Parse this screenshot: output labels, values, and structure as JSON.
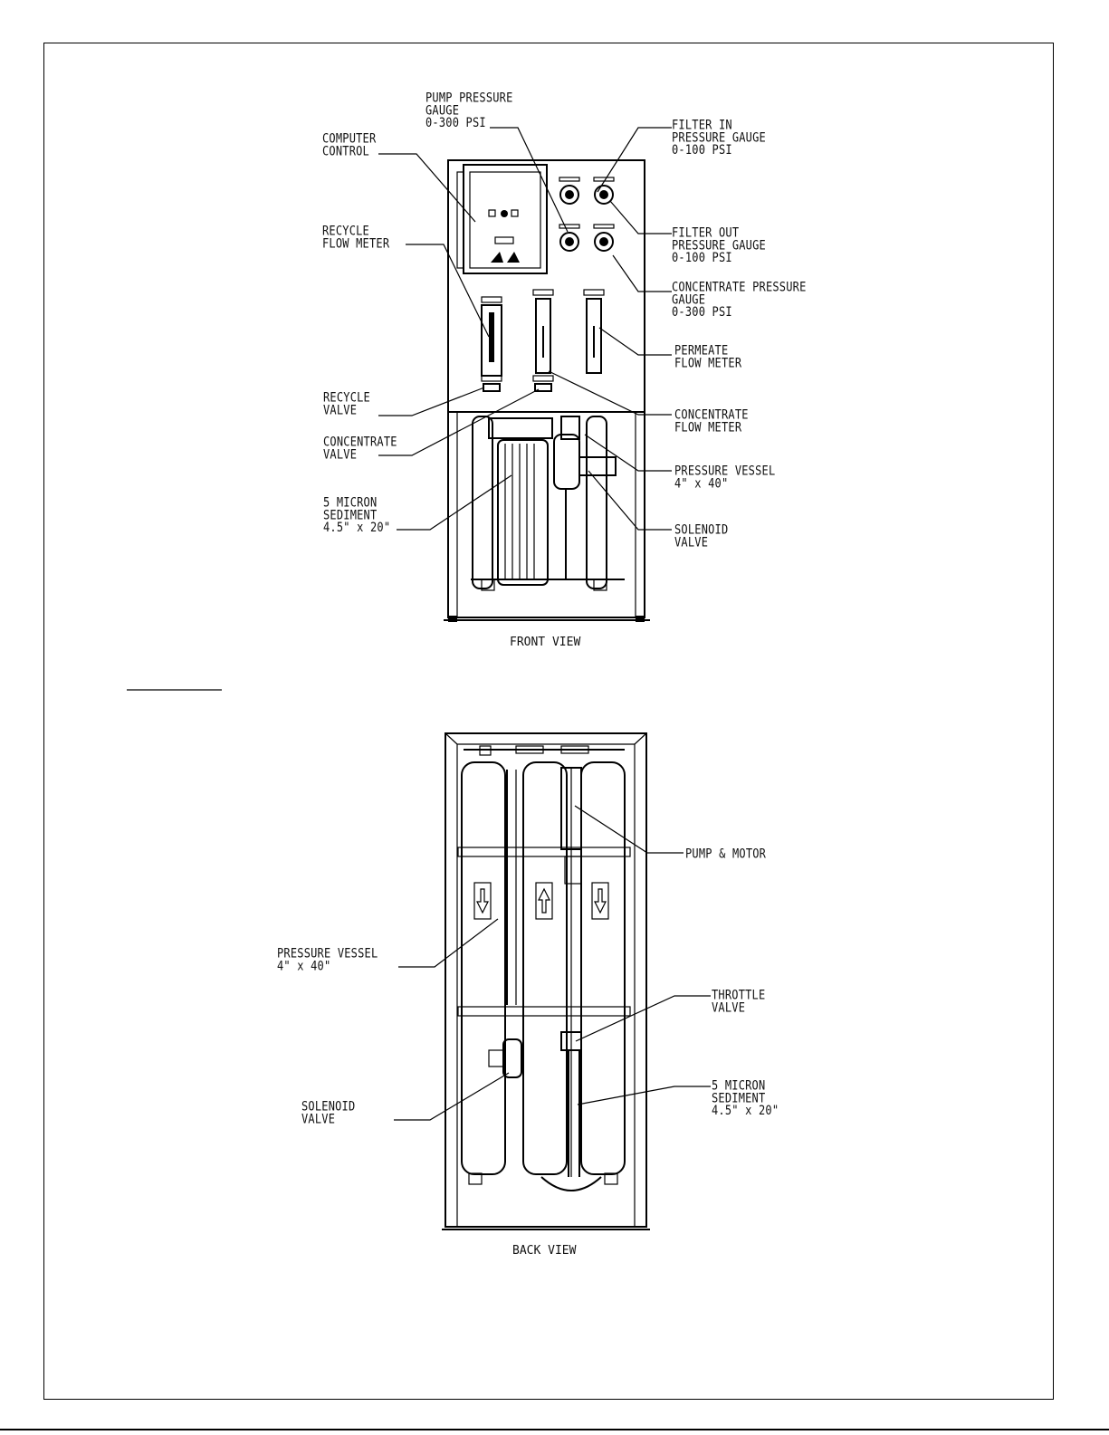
{
  "front_view": {
    "caption": "FRONT VIEW",
    "labels": {
      "pump_pressure_gauge": "PUMP PRESSURE\nGAUGE\n0-300 PSI",
      "computer_control": "COMPUTER\nCONTROL",
      "recycle_flow_meter": "RECYCLE\nFLOW METER",
      "filter_in_gauge": "FILTER IN\nPRESSURE GAUGE\n0-100 PSI",
      "filter_out_gauge": "FILTER OUT\nPRESSURE GAUGE\n0-100 PSI",
      "concentrate_pressure_gauge": "CONCENTRATE PRESSURE\nGAUGE\n0-300 PSI",
      "permeate_flow_meter": "PERMEATE\nFLOW METER",
      "recycle_valve": "RECYCLE\nVALVE",
      "concentrate_flow_meter": "CONCENTRATE\nFLOW METER",
      "concentrate_valve": "CONCENTRATE\nVALVE",
      "pressure_vessel": "PRESSURE VESSEL\n4\" x 40\"",
      "sediment_filter": "5 MICRON\nSEDIMENT\n4.5\" x 20\"",
      "solenoid_valve": "SOLENOID\nVALVE"
    }
  },
  "back_view": {
    "caption": "BACK VIEW",
    "labels": {
      "pump_motor": "PUMP & MOTOR",
      "pressure_vessel": "PRESSURE VESSEL\n4\" x 40\"",
      "throttle_valve": "THROTTLE\nVALVE",
      "solenoid_valve": "SOLENOID\nVALVE",
      "sediment_filter": "5 MICRON\nSEDIMENT\n4.5\" x 20\""
    }
  },
  "colors": {
    "line": "#000000",
    "shade": "#cfcfcf",
    "background": "#ffffff"
  }
}
